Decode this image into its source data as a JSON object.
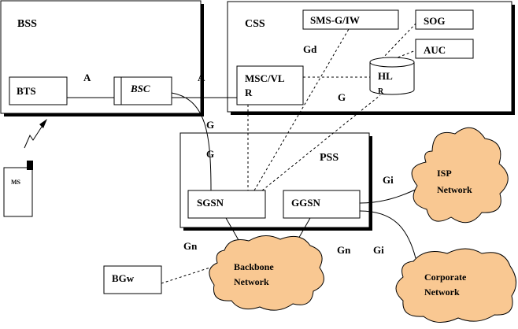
{
  "domains": {
    "bss": "BSS",
    "css": "CSS",
    "pss": "PSS"
  },
  "nodes": {
    "bts": "BTS",
    "bsc": "BSC",
    "msc_line1": "MSC/VL",
    "msc_line2": "R",
    "sms_giw": "SMS-G/IW",
    "sog": "SOG",
    "auc": "AUC",
    "hlr_line1": "HL",
    "hlr_line2": "R",
    "sgsn": "SGSN",
    "ggsn": "GGSN",
    "ms": "MS",
    "bgw": "BGw"
  },
  "clouds": {
    "isp_line1": "ISP",
    "isp_line2": "Network",
    "corporate_line1": "Corporate",
    "corporate_line2": "Network",
    "backbone_line1": "Backbone",
    "backbone_line2": "Network"
  },
  "interfaces": {
    "a_bts_bsc": "A",
    "a_bsc_msc": "A",
    "gd": "Gd",
    "g_hlr": "G",
    "g_upper": "G",
    "g_lower": "G",
    "gi_isp": "Gi",
    "gi_corporate": "Gi",
    "gn_left": "Gn",
    "gn_right": "Gn"
  },
  "colors": {
    "cloud_fill": "#f9c892",
    "line": "#000000",
    "background": "#ffffff"
  }
}
